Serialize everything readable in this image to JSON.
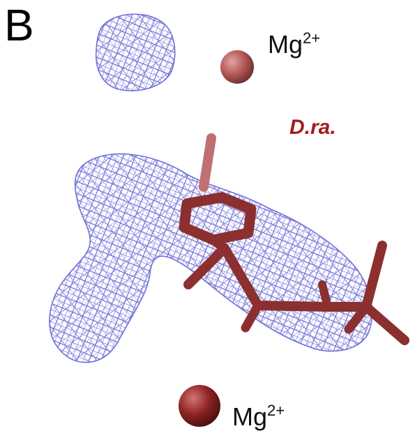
{
  "panel_letter": "B",
  "organism_label": "D.ra.",
  "ions": [
    {
      "symbol": "Mg",
      "charge": "2+"
    },
    {
      "symbol": "Mg",
      "charge": "2+"
    }
  ],
  "colors": {
    "mesh": "#6f6fd6",
    "ligand": "#8c2f2f",
    "ligand_light": "#c07070",
    "ion_top": "#b35858",
    "ion_bottom": "#8e2424",
    "organism_text": "#a51b1b"
  }
}
